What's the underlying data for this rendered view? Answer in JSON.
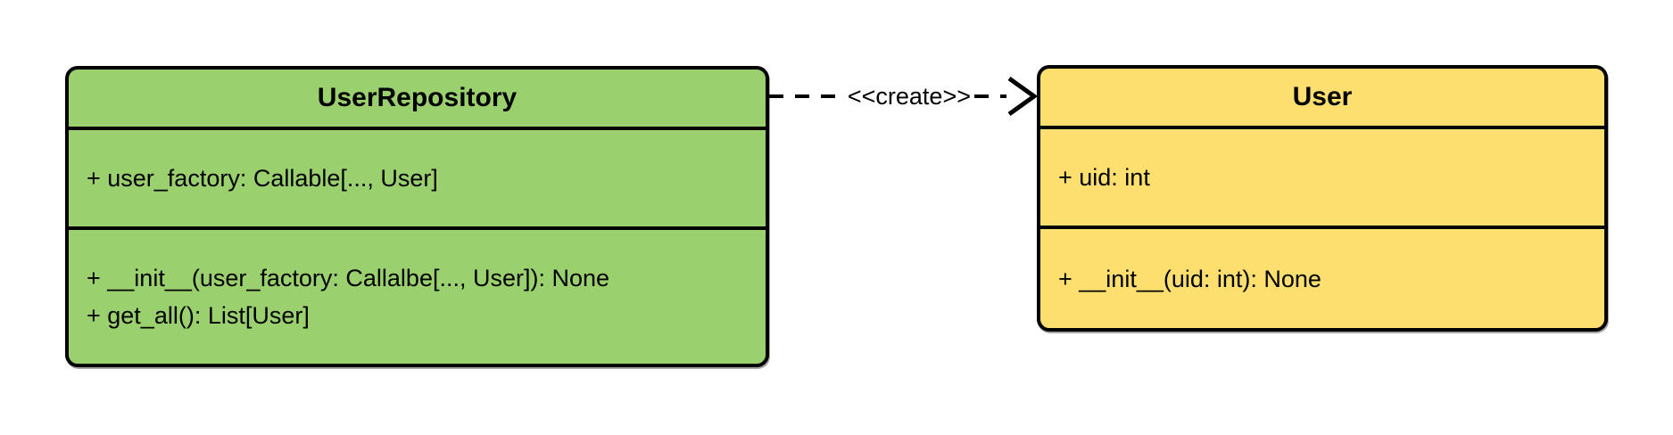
{
  "diagram": {
    "type": "uml-class-diagram",
    "background": "#FFFFFF",
    "classes": [
      {
        "name": "UserRepository",
        "fill": "#9AD06E",
        "border": "#000000",
        "attributes": [
          "+ user_factory: Callable[..., User]"
        ],
        "methods": [
          "+ __init__(user_factory: Callalbe[..., User]): None",
          "+ get_all(): List[User]"
        ]
      },
      {
        "name": "User",
        "fill": "#FDDF6F",
        "border": "#000000",
        "attributes": [
          "+ uid: int"
        ],
        "methods": [
          "+ __init__(uid: int): None"
        ]
      }
    ],
    "relationship": {
      "from": "UserRepository",
      "to": "User",
      "style": "dashed",
      "arrowhead": "open",
      "label": "<<create>>"
    }
  }
}
